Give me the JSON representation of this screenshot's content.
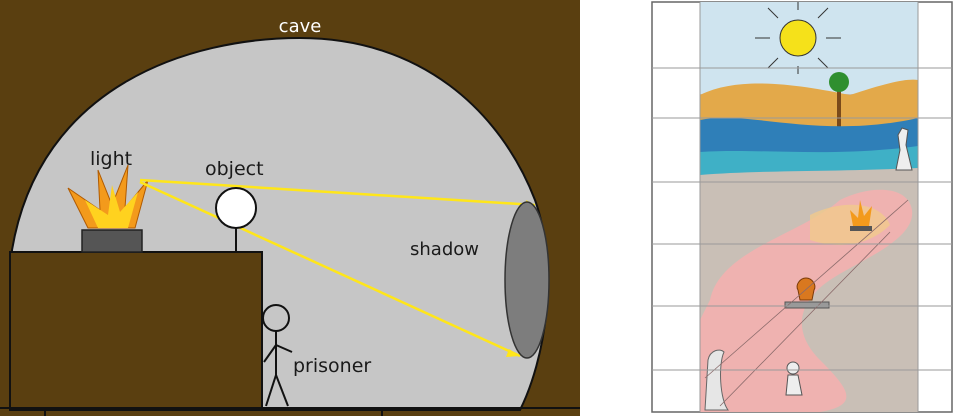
{
  "labels": {
    "cave": "cave",
    "light": "light",
    "object": "object",
    "shadow": "shadow",
    "prisoner": "prisoner"
  },
  "colors": {
    "cave_wall": "#5a3f10",
    "cave_interior": "#c6c6c6",
    "ray": "#ffe619",
    "shadow_fill": "#7d7d7d",
    "object_fill": "#ffffff",
    "stand": "#555555",
    "label_text": "#ffffff",
    "label_dark": "#1a1a1a",
    "sky": "#cfe4ef",
    "sun": "#f5e11a",
    "river": "#2f7fb8",
    "dune": "#e3a94a",
    "cave_pink": "#efb2b0",
    "cave_grey": "#c9bfb6",
    "grid_line": "#9a9a9a"
  },
  "icons": {
    "flame": "fire-icon",
    "sun": "sun-icon",
    "tree": "tree-icon",
    "vase": "vase-icon",
    "statue": "statue-icon",
    "prisoner": "stick-figure-icon"
  }
}
